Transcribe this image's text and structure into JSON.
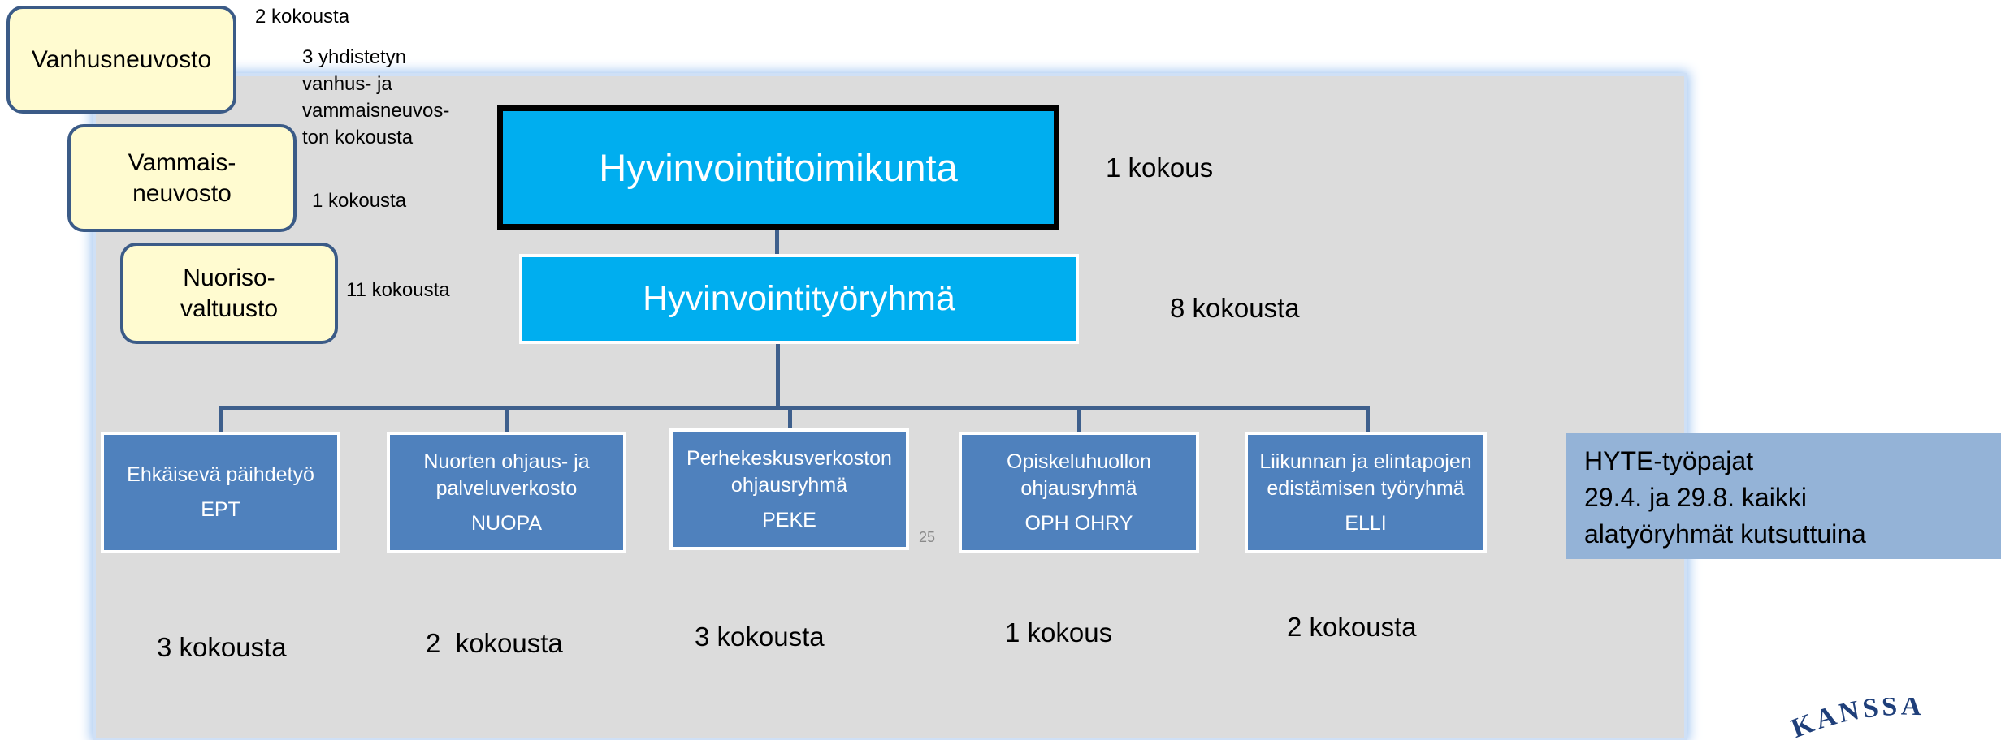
{
  "councils": [
    {
      "name": "Vanhusneuvosto",
      "meetings": "2 kokousta"
    },
    {
      "name": "Vammais-\nneuvosto",
      "meetings": "1 kokousta"
    },
    {
      "name": "Nuoriso-\nvaltuusto",
      "meetings": "11 kokousta"
    }
  ],
  "combined_meetings_note": "3 yhdistetyn\nvanhus- ja\nvammaisneuvos-\nton kokousta",
  "committee": {
    "name": "Hyvinvointitoimikunta",
    "meetings": "1 kokous"
  },
  "working_group": {
    "name": "Hyvinvointityöryhmä",
    "meetings": "8 kokousta"
  },
  "subgroups": [
    {
      "name": "Ehkäisevä päihdetyö",
      "abbr": "EPT",
      "meetings": "3 kokousta"
    },
    {
      "name": "Nuorten ohjaus- ja\npalveluverkosto",
      "abbr": "NUOPA",
      "meetings": "2  kokousta"
    },
    {
      "name": "Perhekeskusverkoston\nohjausryhmä",
      "abbr": "PEKE",
      "meetings": "3 kokousta"
    },
    {
      "name": "Opiskeluhuollon\nohjausryhmä",
      "abbr": "OPH OHRY",
      "meetings": "1 kokous"
    },
    {
      "name": "Liikunnan ja elintapojen\nedistämisen työryhmä",
      "abbr": "ELLI",
      "meetings": "2 kokousta"
    }
  ],
  "hyte_box": {
    "line1": "HYTE-työpajat",
    "line2": "29.4. ja 29.8. kaikki",
    "line3": "alatyöryhmät kutsuttuina"
  },
  "page_number": "25",
  "logo_text": "KANSSA",
  "colors": {
    "committee": "#00aeef",
    "subgroup": "#4f81bd",
    "council": "#fffbd0",
    "hyte": "#94b3d7"
  }
}
